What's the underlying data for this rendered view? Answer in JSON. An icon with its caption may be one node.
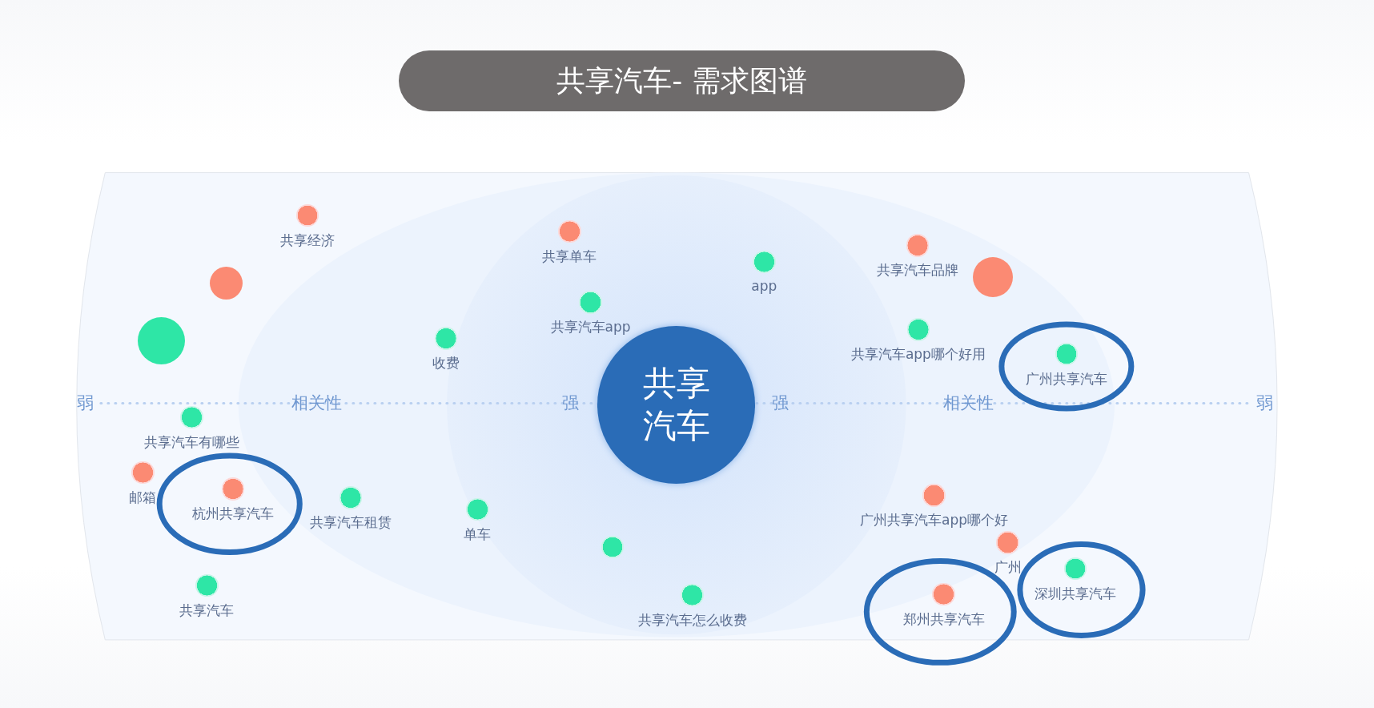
{
  "diagram": {
    "title": "共享汽车- 需求图谱",
    "nodes": [
      {
        "text": [
          "共享汽车"
        ]
      },
      {
        "text": [
          "共享经济"
        ]
      },
      {
        "text": [
          "共享单车"
        ]
      },
      {
        "text": [
          "共享汽车品牌"
        ]
      },
      {
        "text": [
          "app"
        ]
      },
      {
        "text": [],
        "shape": "circle"
      },
      {
        "text": [],
        "shape": "circle"
      },
      {
        "text": [
          "共享汽车app"
        ]
      },
      {
        "text": [
          "共享汽车app哪个好用"
        ]
      },
      {
        "text": [
          "收费"
        ]
      },
      {
        "text": [
          "广州共享汽车"
        ]
      },
      {
        "text": [],
        "shape": "circle"
      },
      {
        "text": [
          "共享汽车有哪些"
        ]
      },
      {
        "text": [
          "邮箱"
        ]
      },
      {
        "text": [
          "杭州共享汽车"
        ]
      },
      {
        "text": [
          "共享汽车租赁"
        ]
      },
      {
        "text": [
          "广州共享汽车app哪个好"
        ]
      },
      {
        "text": [
          "单车"
        ]
      },
      {
        "text": [],
        "shape": "circle"
      },
      {
        "text": [
          "广州"
        ]
      },
      {
        "text": [
          "深圳共享汽车"
        ]
      },
      {
        "text": [
          "共享汽车"
        ]
      },
      {
        "text": [
          "郑州共享汽车"
        ]
      },
      {
        "text": [
          "共享汽车怎么收费"
        ]
      }
    ],
    "labels": [
      "弱",
      "相关性",
      "强",
      "强",
      "相关性",
      "弱"
    ]
  }
}
